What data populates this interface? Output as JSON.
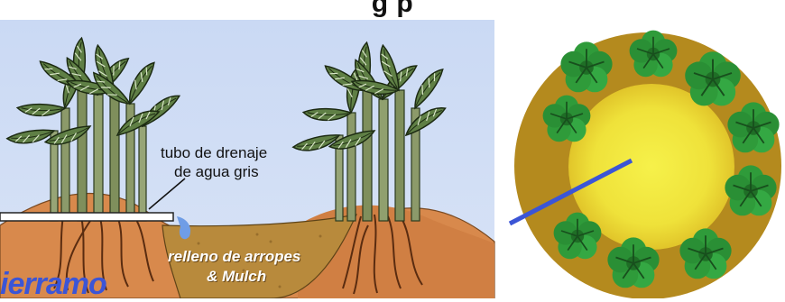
{
  "title": "g                                    p",
  "labels": {
    "pipe_line1": "tubo de drenaje",
    "pipe_line2": "de agua gris",
    "fill_line1": "relleno de arropes",
    "fill_line2": "& Mulch"
  },
  "logo_text": "ierramo",
  "colors": {
    "sky": "#c9d9f2",
    "soil": "#d98a4e",
    "mulch": "#b98a3a",
    "pit_center": "#f2e640",
    "ring": "#a8831c",
    "leaf": "#2e7d32",
    "pipe": "#3b5bd6"
  },
  "icons": [
    "banana-plant-icon",
    "clover-plant-icon"
  ]
}
